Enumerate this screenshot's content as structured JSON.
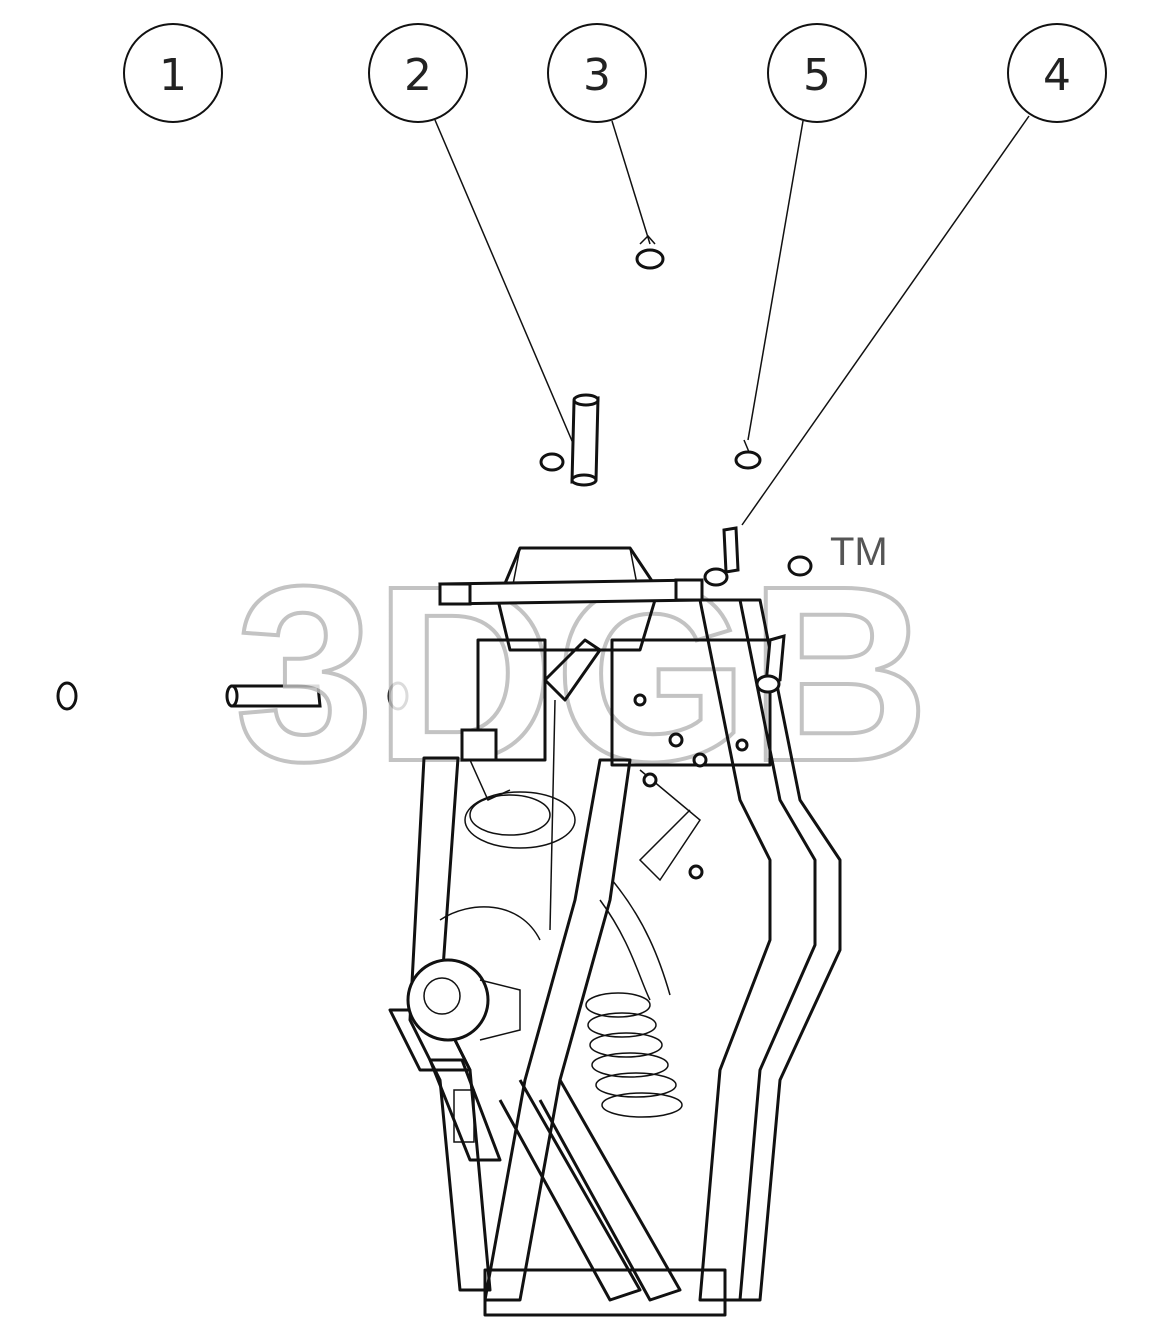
{
  "callouts": [
    {
      "label": "1"
    },
    {
      "label": "2"
    },
    {
      "label": "3"
    },
    {
      "label": "5"
    },
    {
      "label": "4"
    }
  ],
  "watermark": {
    "text": "3DGB",
    "trademark": "TM"
  },
  "colors": {
    "line": "#111111",
    "watermark_outline": "#b9b9b9",
    "background": "#ffffff"
  }
}
